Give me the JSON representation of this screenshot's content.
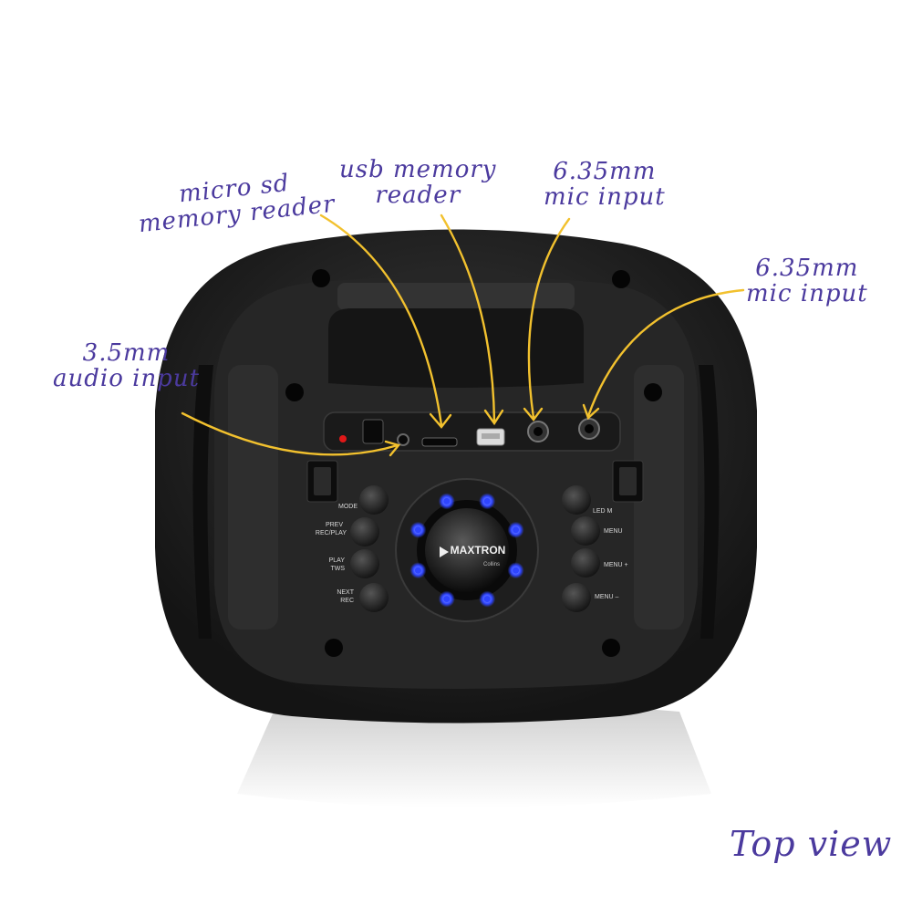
{
  "annotations": {
    "micro_sd": [
      "micro sd",
      "memory reader"
    ],
    "usb": [
      "usb memory",
      "reader"
    ],
    "mic_left": [
      "6.35mm",
      "mic input"
    ],
    "mic_right": [
      "6.35mm",
      "mic input"
    ],
    "audio": [
      "3.5mm",
      "audio input"
    ],
    "view": "Top view"
  },
  "buttons_left": [
    "MODE",
    "PREV\nREC/PLAY",
    "PLAY\nTWS",
    "NEXT\nREC"
  ],
  "buttons_right": [
    "LED M",
    "MENU",
    "MENU +",
    "MENU –"
  ],
  "brand": {
    "name": "MAXTRON",
    "model": "Collins"
  },
  "colors": {
    "annotation": "#4b3a9e",
    "arrow": "#f2c12e",
    "body": "#1c1c1c",
    "led": "#2f45ff"
  }
}
